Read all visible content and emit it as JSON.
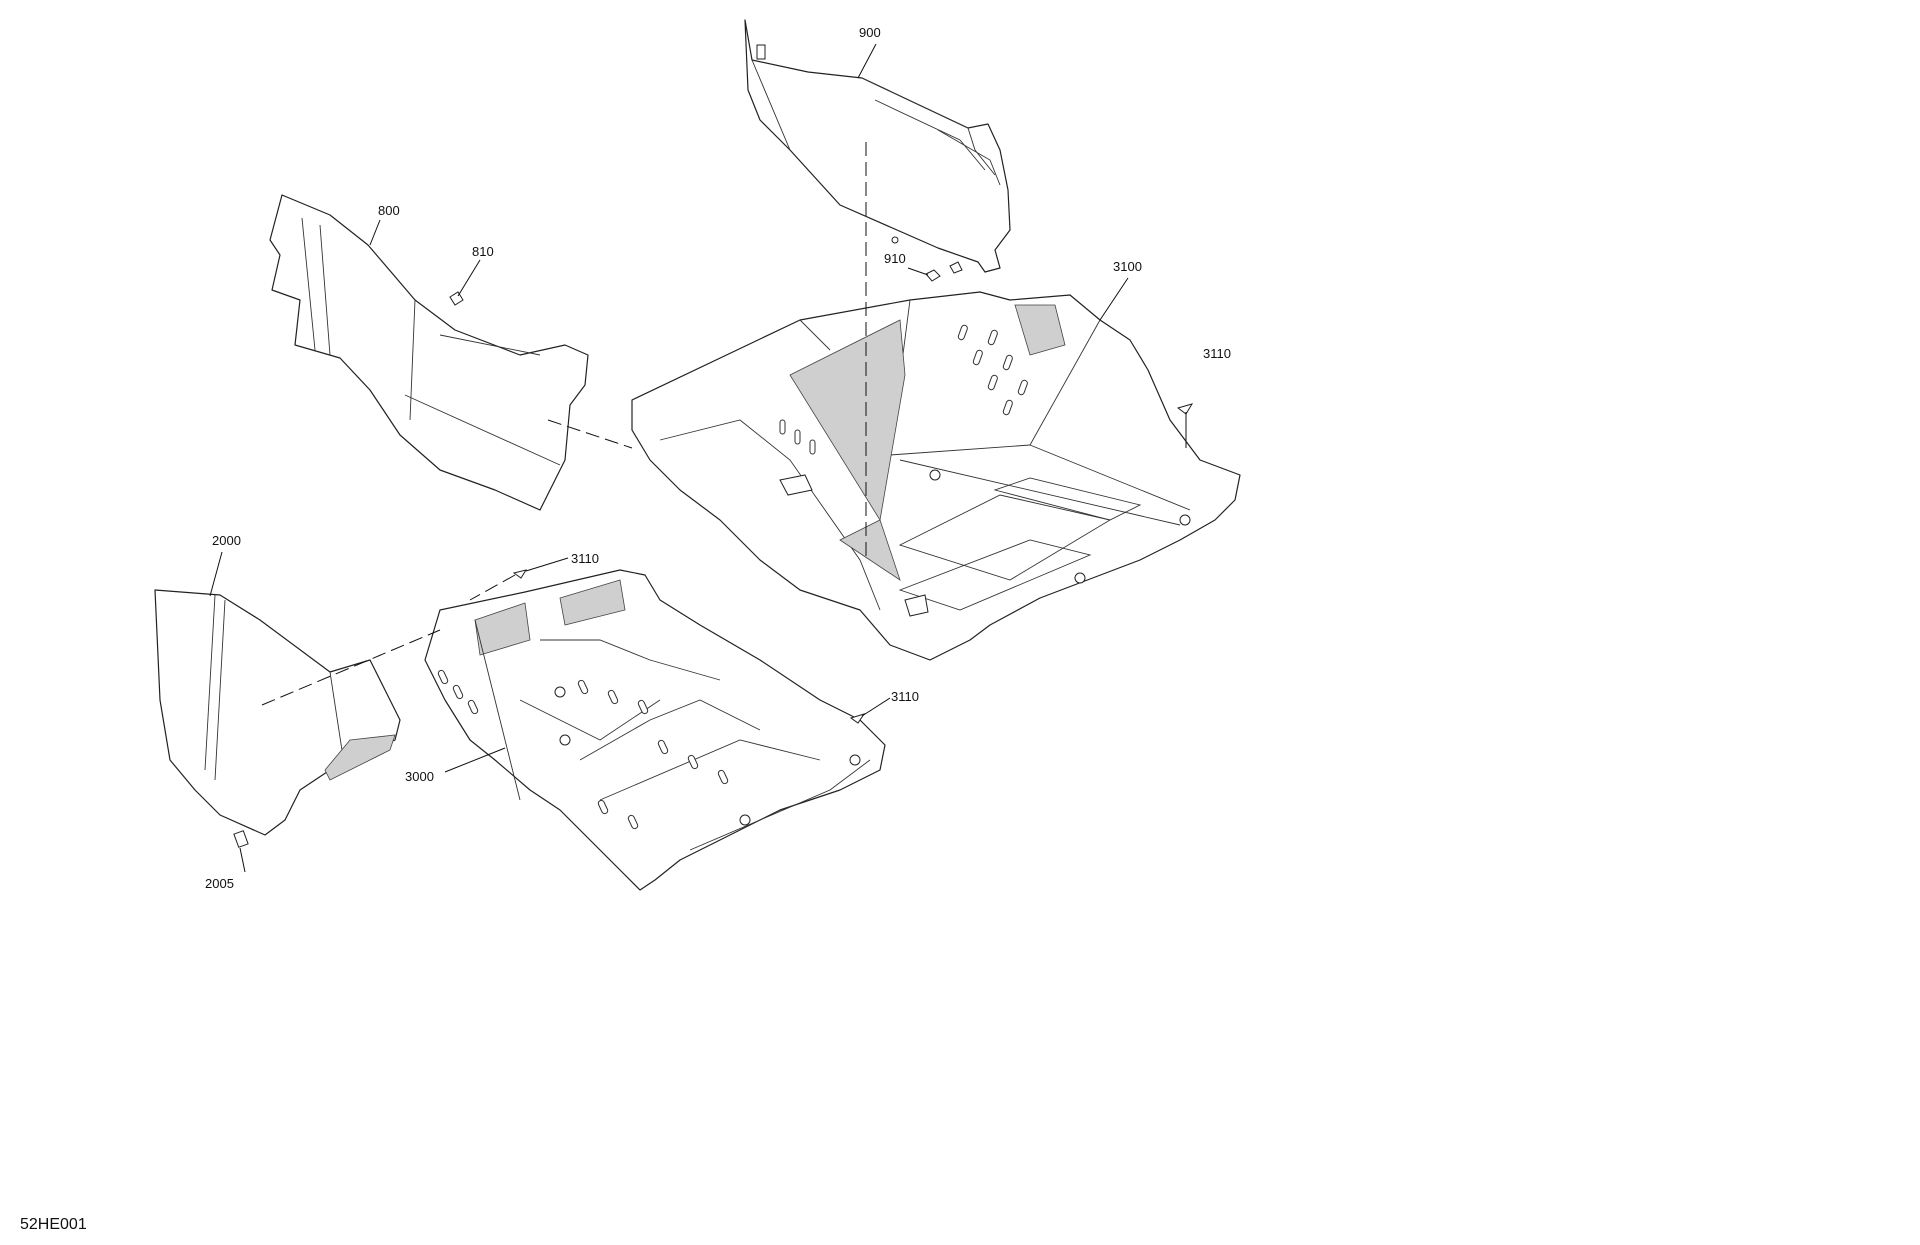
{
  "diagram": {
    "callouts": {
      "p900": "900",
      "p800": "800",
      "p810": "810",
      "p910": "910",
      "p3100": "3100",
      "p3110_right": "3110",
      "p2000": "2000",
      "p3110_mid": "3110",
      "p3110_lower": "3110",
      "p3000": "3000",
      "p2005": "2005"
    },
    "drawing_id": "52HE001"
  }
}
